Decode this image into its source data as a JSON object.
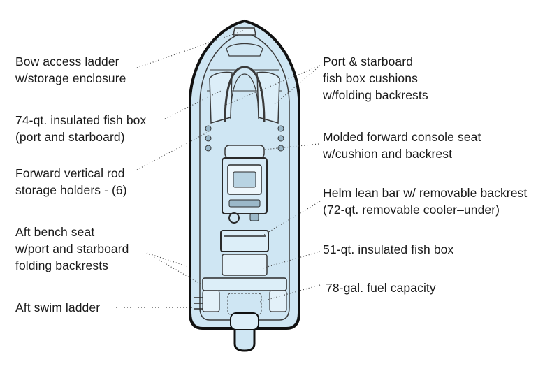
{
  "labels": {
    "bow_ladder": "Bow access ladder\nw/storage enclosure",
    "fish_box_74": "74-qt.  insulated fish box\n(port and starboard)",
    "rod_holders": "Forward vertical rod\nstorage holders - (6)",
    "aft_bench": "Aft bench seat\nw/port and starboard\nfolding backrests",
    "swim_ladder": "Aft swim ladder",
    "cushions": "Port & starboard\nfish box cushions\nw/folding backrests",
    "console_seat": "Molded forward console seat\nw/cushion and backrest",
    "lean_bar": "Helm lean bar w/ removable backrest\n(72-qt. removable cooler–under)",
    "fish_box_51": "51-qt. insulated fish box",
    "fuel": "78-gal. fuel capacity"
  },
  "colors": {
    "hull_fill": "#cfe6f3",
    "hull_stroke": "#111111",
    "detail_stroke": "#3a3a3a",
    "leader": "#444444",
    "text": "#1a1a1a"
  }
}
